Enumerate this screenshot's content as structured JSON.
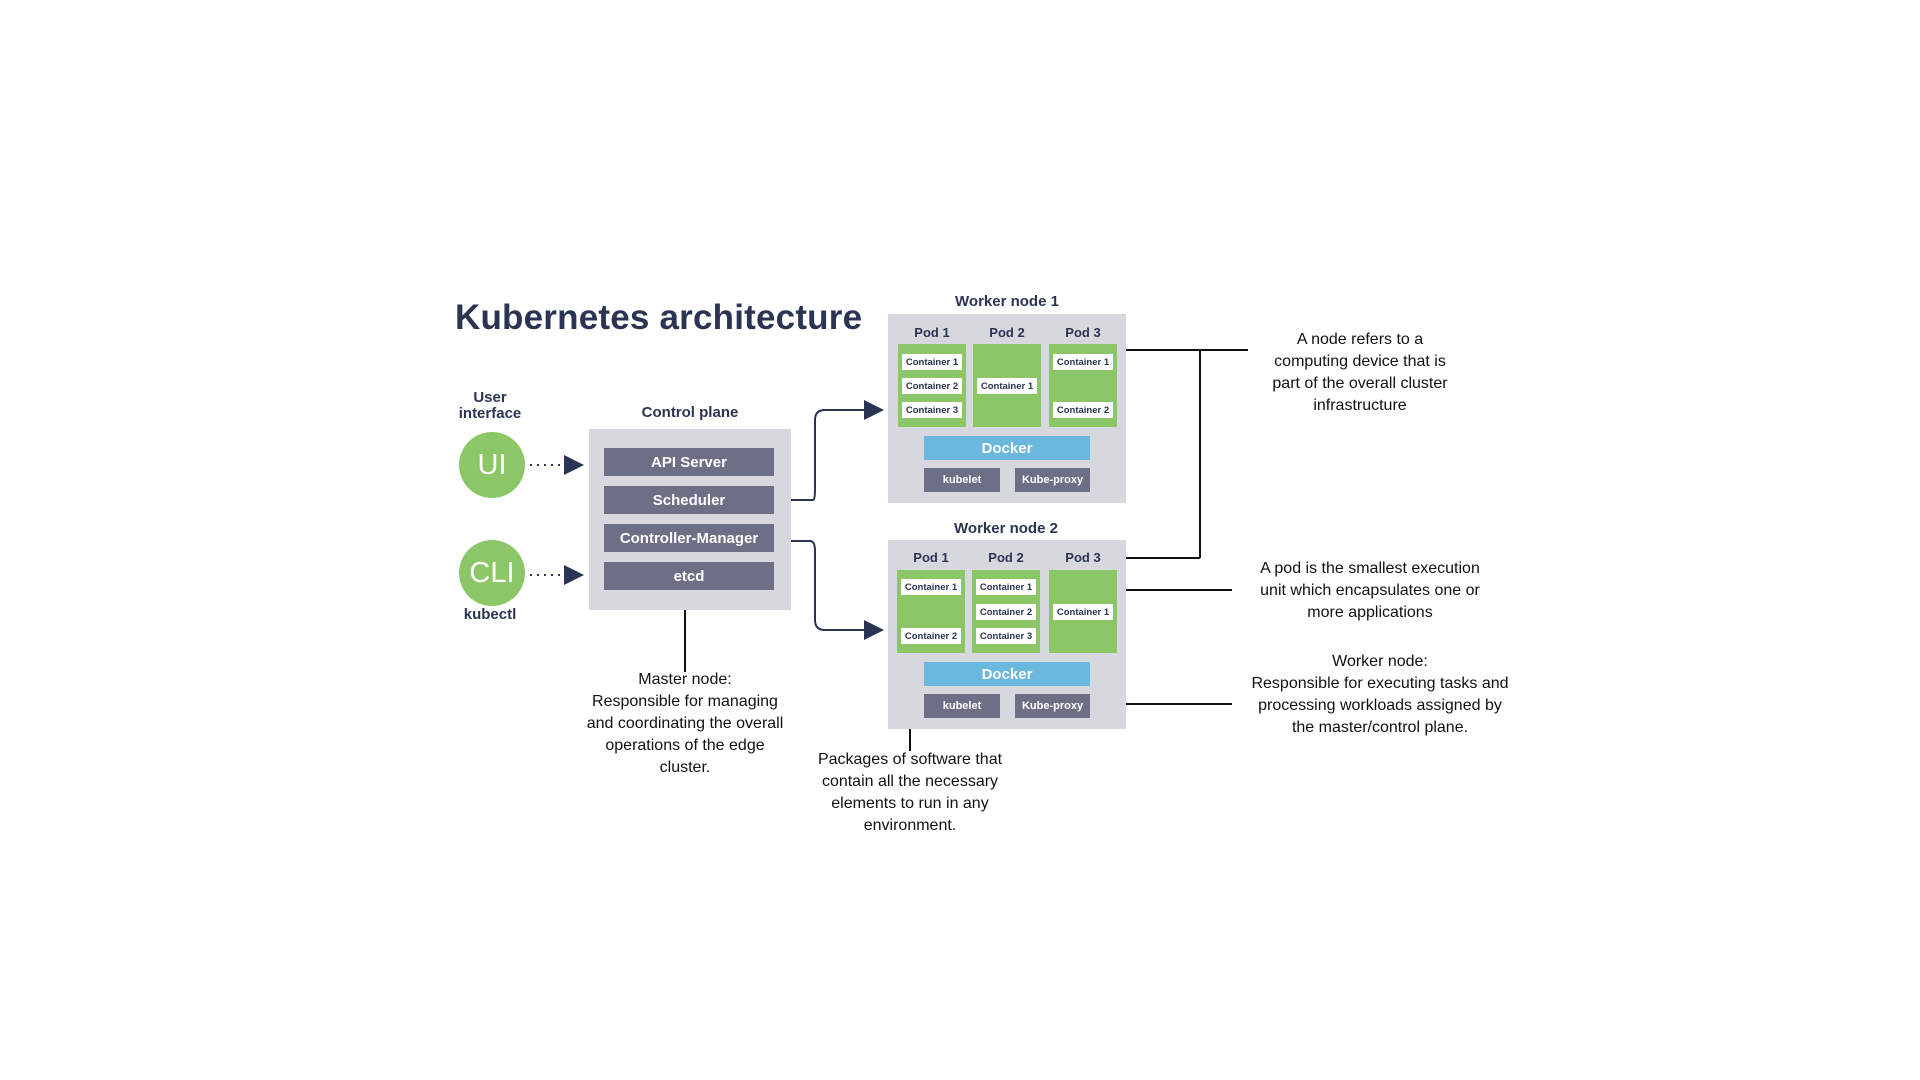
{
  "title": "Kubernetes architecture",
  "user_interface_label": "User interface",
  "ui_circle": "UI",
  "cli_circle": "CLI",
  "kubectl_label": "kubectl",
  "control_plane": {
    "title": "Control plane",
    "items": [
      "API Server",
      "Scheduler",
      "Controller-Manager",
      "etcd"
    ]
  },
  "worker_node_1": {
    "title": "Worker node 1",
    "pods": [
      {
        "label": "Pod 1",
        "containers": [
          "Container 1",
          "Container 2",
          "Container 3"
        ]
      },
      {
        "label": "Pod 2",
        "containers": [
          "Container 1"
        ]
      },
      {
        "label": "Pod 3",
        "containers": [
          "Container 1",
          "Container 2"
        ]
      }
    ],
    "docker": "Docker",
    "kubelet": "kubelet",
    "kube_proxy": "Kube-proxy"
  },
  "worker_node_2": {
    "title": "Worker node 2",
    "pods": [
      {
        "label": "Pod 1",
        "containers": [
          "Container 1",
          "Container 2"
        ]
      },
      {
        "label": "Pod 2",
        "containers": [
          "Container 1",
          "Container 2",
          "Container 3"
        ]
      },
      {
        "label": "Pod 3",
        "containers": [
          "Container 1"
        ]
      }
    ],
    "docker": "Docker",
    "kubelet": "kubelet",
    "kube_proxy": "Kube-proxy"
  },
  "notes": {
    "master": [
      "Master node:",
      "Responsible for managing",
      "and coordinating the overall",
      "operations of the edge",
      "cluster."
    ],
    "packages": [
      "Packages of software that",
      "contain all the necessary",
      "elements to run in any",
      "environment."
    ],
    "node": [
      "A node refers to a",
      "computing device that is",
      "part of the overall cluster",
      "infrastructure"
    ],
    "pod": [
      "A pod is the smallest execution",
      "unit which encapsulates one or",
      "more applications"
    ],
    "worker": [
      "Worker node:",
      "Responsible for executing tasks and",
      "processing workloads assigned by",
      "the master/control plane."
    ]
  },
  "colors": {
    "title": "#2b3452",
    "green": "#8bc766",
    "panel": "#d7d7de",
    "slate": "#6d6f86",
    "docker": "#6ab8dd"
  }
}
